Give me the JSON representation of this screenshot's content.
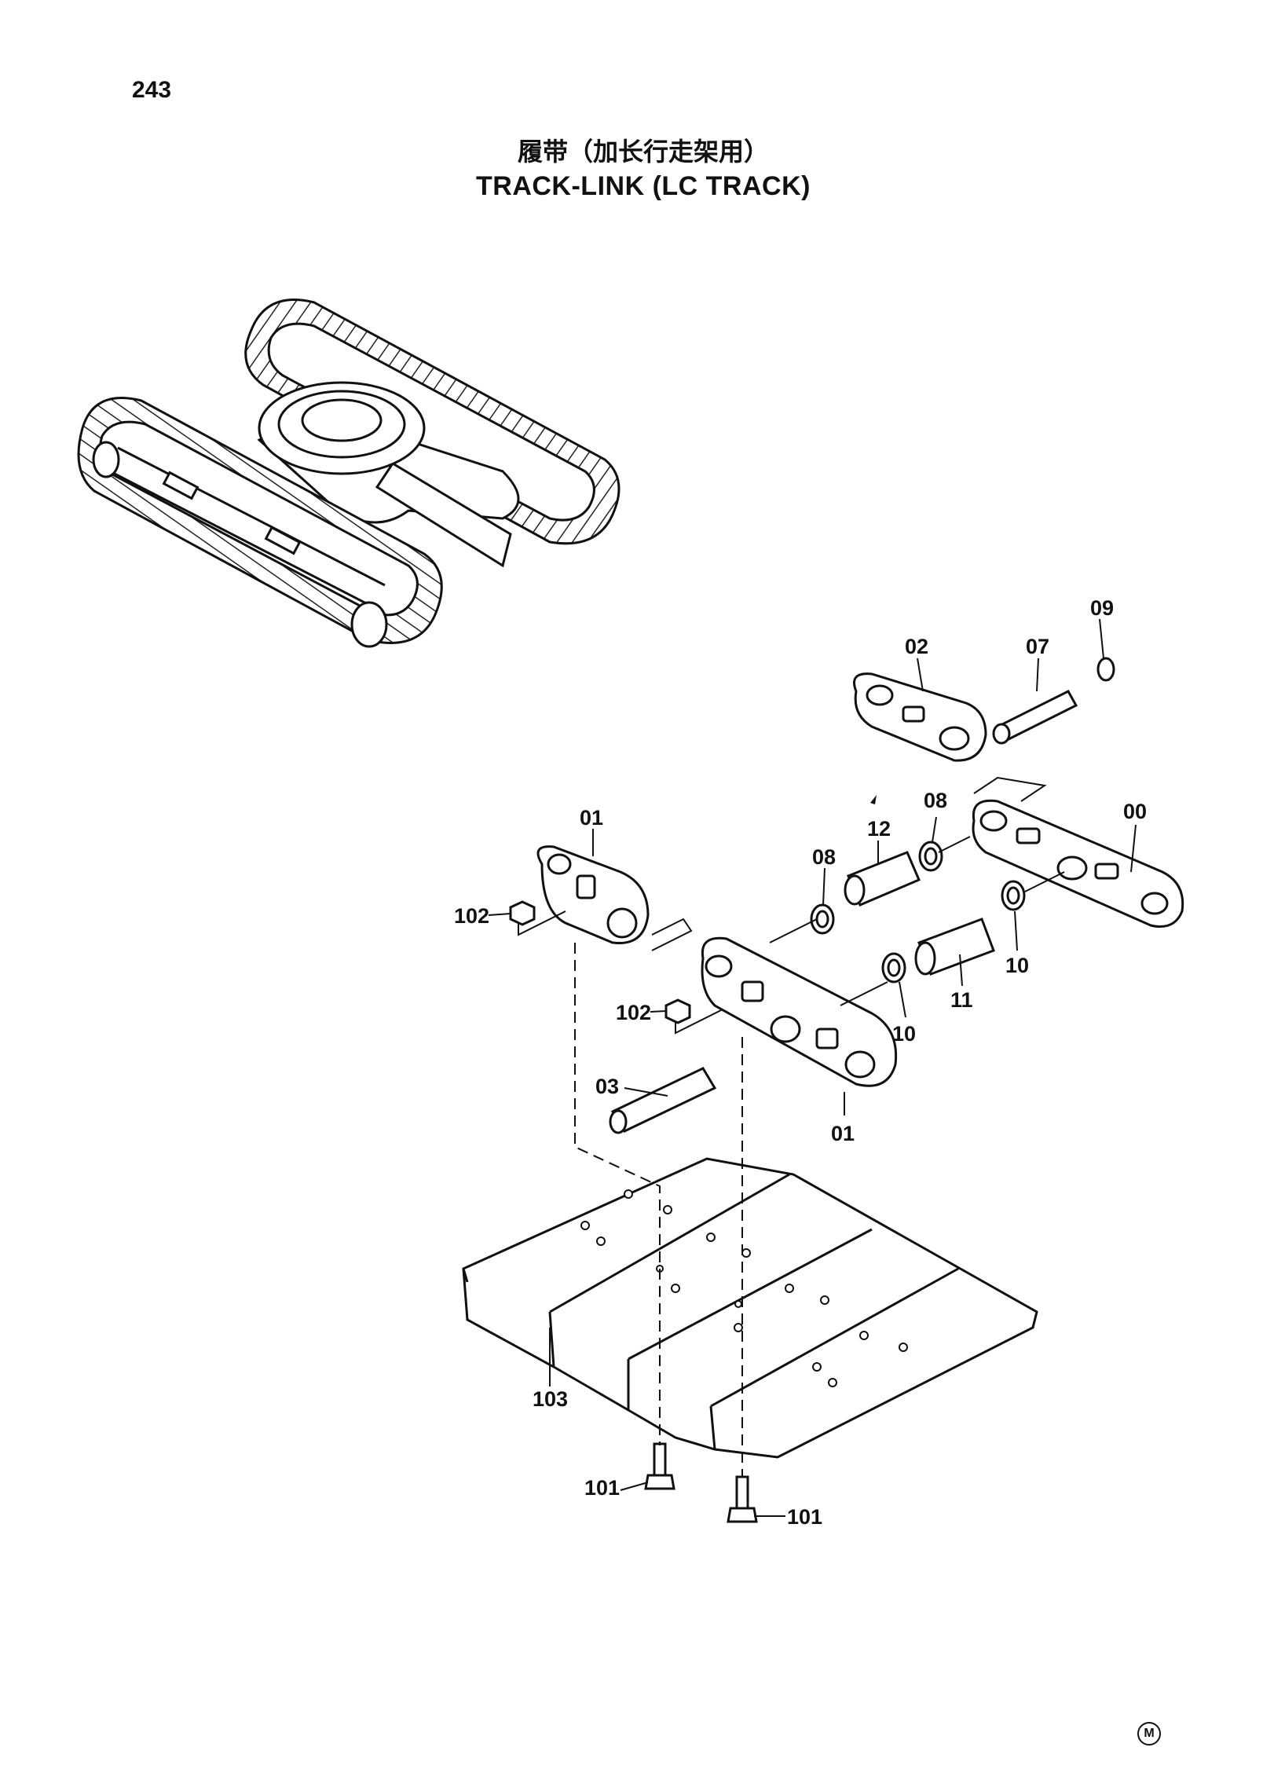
{
  "page": {
    "number": "243",
    "title_cn": "履带（加长行走架用）",
    "title_en": "TRACK-LINK (LC TRACK)",
    "maker_mark": "M"
  },
  "callouts": [
    {
      "id": "c-09",
      "text": "09"
    },
    {
      "id": "c-02",
      "text": "02"
    },
    {
      "id": "c-07",
      "text": "07"
    },
    {
      "id": "c-08a",
      "text": "08"
    },
    {
      "id": "c-12",
      "text": "12"
    },
    {
      "id": "c-00",
      "text": "00"
    },
    {
      "id": "c-01a",
      "text": "01"
    },
    {
      "id": "c-08b",
      "text": "08"
    },
    {
      "id": "c-102a",
      "text": "102"
    },
    {
      "id": "c-10a",
      "text": "10"
    },
    {
      "id": "c-11",
      "text": "11"
    },
    {
      "id": "c-10b",
      "text": "10"
    },
    {
      "id": "c-102b",
      "text": "102"
    },
    {
      "id": "c-03",
      "text": "03"
    },
    {
      "id": "c-01b",
      "text": "01"
    },
    {
      "id": "c-103",
      "text": "103"
    },
    {
      "id": "c-101a",
      "text": "101"
    },
    {
      "id": "c-101b",
      "text": "101"
    }
  ]
}
